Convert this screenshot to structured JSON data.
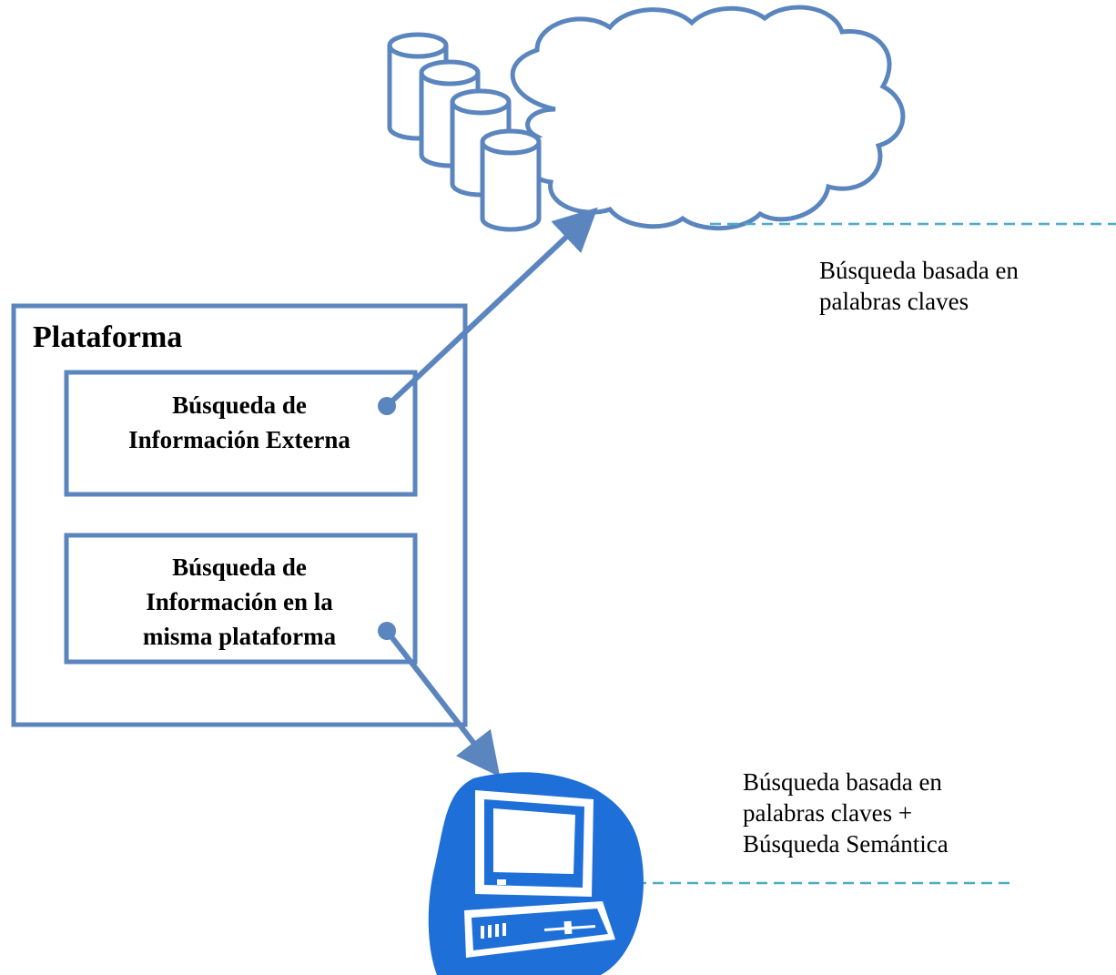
{
  "platform": {
    "title": "Plataforma",
    "external_search": {
      "line1": "Búsqueda de",
      "line2": "Información Externa"
    },
    "internal_search": {
      "line1": "Búsqueda de",
      "line2": "Información en la",
      "line3": "misma plataforma"
    }
  },
  "notes": {
    "cloud": {
      "line1": "Búsqueda basada en",
      "line2": "palabras claves"
    },
    "computer": {
      "line1": "Búsqueda basada en",
      "line2": "palabras claves +",
      "line3": "Búsqueda Semántica"
    }
  },
  "icons": [
    "database-icon",
    "cloud-icon",
    "computer-icon"
  ],
  "colors": {
    "stroke": "#5b85be",
    "computer_fill": "#1f6fd8",
    "dashed_line": "#4bacc6"
  }
}
